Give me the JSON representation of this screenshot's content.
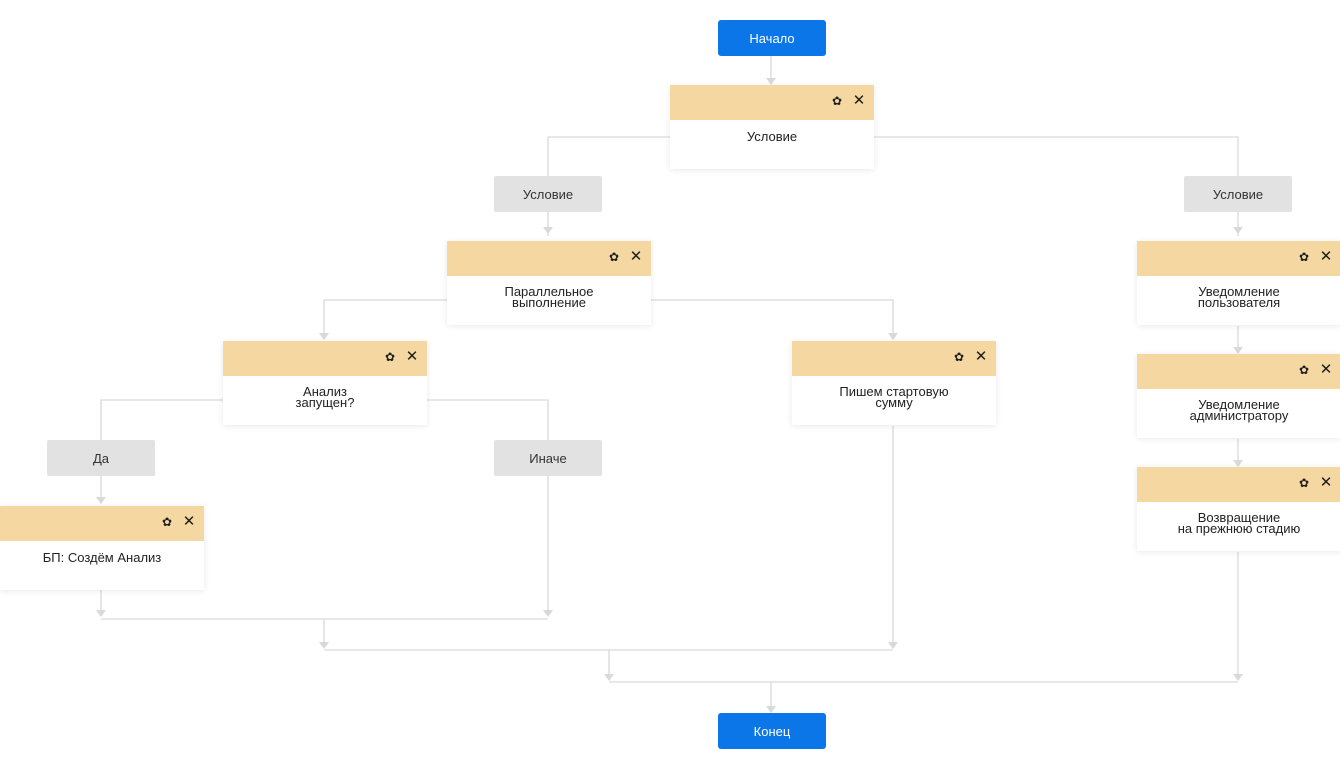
{
  "start": {
    "label": "Начало"
  },
  "end": {
    "label": "Конец"
  },
  "branches": {
    "condition_left": "Условие",
    "condition_right": "Условие",
    "yes": "Да",
    "else": "Иначе"
  },
  "blocks": {
    "condition": {
      "title": "Условие"
    },
    "parallel": {
      "title": "Параллельное\nвыполнение"
    },
    "analysis_running": {
      "title": "Анализ\nзапущен?"
    },
    "start_sum": {
      "title": "Пишем стартовую\nсумму"
    },
    "create_analysis": {
      "title": "БП: Создём Анализ"
    },
    "notify_user": {
      "title": "Уведомление\nпользователя"
    },
    "notify_admin": {
      "title": "Уведомление\nадминистратору"
    },
    "return_stage": {
      "title": "Возвращение\nна прежнюю стадию"
    }
  },
  "icons": {
    "settings": "gear-icon",
    "close": "close-icon"
  },
  "colors": {
    "terminal": "#0b76e8",
    "block_header": "#f5d7a1",
    "branch_label": "#e2e2e2",
    "connector": "#d9d9d9"
  }
}
